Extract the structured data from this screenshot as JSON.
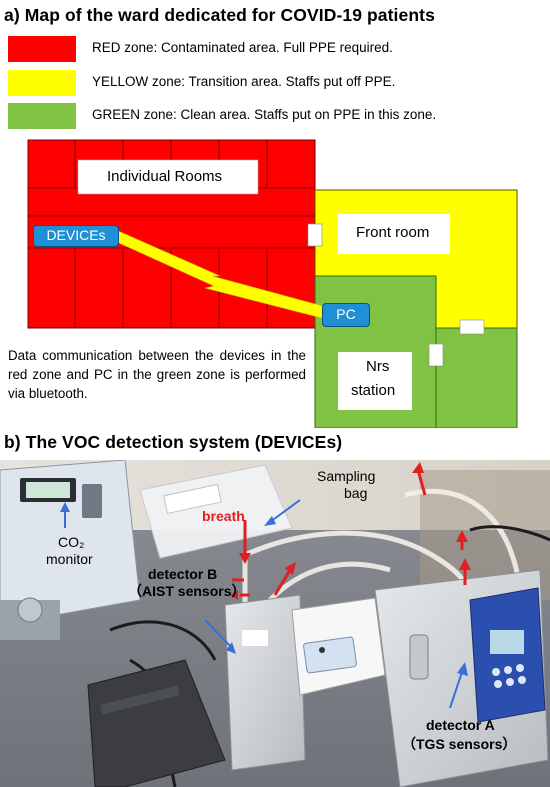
{
  "section_a": {
    "title": "a) Map of the ward dedicated for COVID-19 patients",
    "legend": [
      {
        "color": "#ff0000",
        "text": "RED zone: Contaminated area. Full PPE required."
      },
      {
        "color": "#ffff00",
        "text": "YELLOW zone: Transition area. Staffs put off PPE."
      },
      {
        "color": "#80c342",
        "text": "GREEN  zone: Clean area. Staffs put on PPE in this zone."
      }
    ],
    "map": {
      "individual_rooms": "Individual Rooms",
      "front_room": "Front room",
      "devices": "DEVICEs",
      "pc": "PC",
      "nrs_line1": "Nrs",
      "nrs_line2": "station"
    },
    "caption": "Data communication between the devices in the red zone and PC in the green zone is performed via bluetooth."
  },
  "section_b": {
    "title": "b) The VOC detection system (DEVICEs)",
    "labels": {
      "sampling_line1": "Sampling",
      "sampling_line2": "bag",
      "breath": "breath",
      "co2_line1": "CO₂",
      "co2_line2": "monitor",
      "detector_b_line1": "detector B",
      "detector_b_line2": "（AIST sensors）",
      "detector_a_line1": "detector A",
      "detector_a_line2": "（TGS sensors）"
    }
  },
  "colors": {
    "red_zone": "#ff0000",
    "yellow_zone": "#ffff00",
    "green_zone": "#80c342",
    "device_blue": "#1f8fd6",
    "arrow_red": "#e02020",
    "arrow_blue": "#3a6fd8"
  }
}
